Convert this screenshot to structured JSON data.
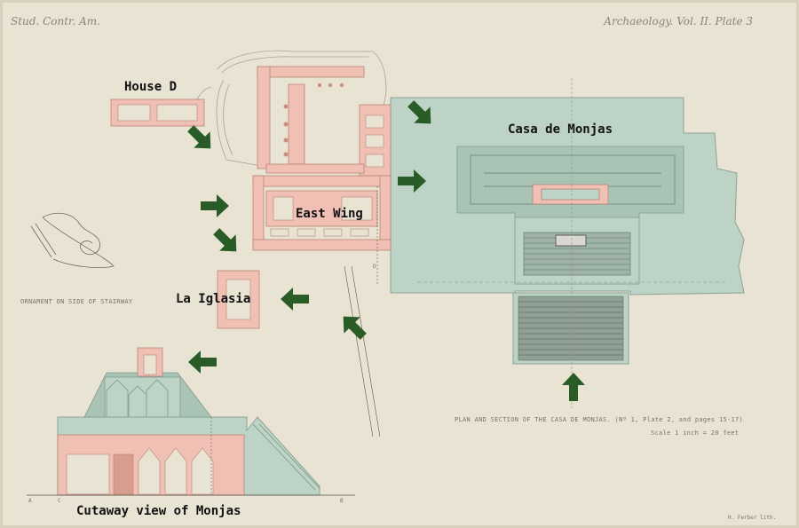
{
  "header": {
    "left": "Stud. Contr. Am.",
    "right": "Archaeology. Vol. II. Plate 3"
  },
  "labels": {
    "house_d": "House D",
    "east_wing": "East Wing",
    "casa_de_monjas": "Casa de Monjas",
    "la_iglasia": "La Iglasia",
    "cutaway": "Cutaway view of Monjas"
  },
  "captions": {
    "ornament": "ORNAMENT ON SIDE OF STAIRWAY",
    "plan_title": "PLAN AND SECTION OF THE CASA DE MONJAS. (Nº 1, Plate 2, and pages 15-17)",
    "scale": "Scale 1 inch = 20 feet",
    "engraver": "H. Ferber lith.",
    "section_letters": [
      "A",
      "C",
      "B",
      "D"
    ]
  },
  "arrows": [
    {
      "name": "arrow-to-house-d",
      "direction": "down-right"
    },
    {
      "name": "arrow-to-casa-from-top",
      "direction": "down-right"
    },
    {
      "name": "arrow-to-casa-left",
      "direction": "right"
    },
    {
      "name": "arrow-to-east-wing",
      "direction": "right"
    },
    {
      "name": "arrow-to-east-wing-lower",
      "direction": "down-right"
    },
    {
      "name": "arrow-to-la-iglasia",
      "direction": "left"
    },
    {
      "name": "arrow-from-bottom-stair",
      "direction": "up-left"
    },
    {
      "name": "arrow-to-cutaway-top",
      "direction": "left"
    },
    {
      "name": "arrow-to-casa-bottom",
      "direction": "up"
    }
  ],
  "colors": {
    "paper": "#e9e3d3",
    "masonry_pink": "#f0c0b4",
    "ground_green": "#bcd3c5",
    "arrow_green": "#2a5c27"
  }
}
